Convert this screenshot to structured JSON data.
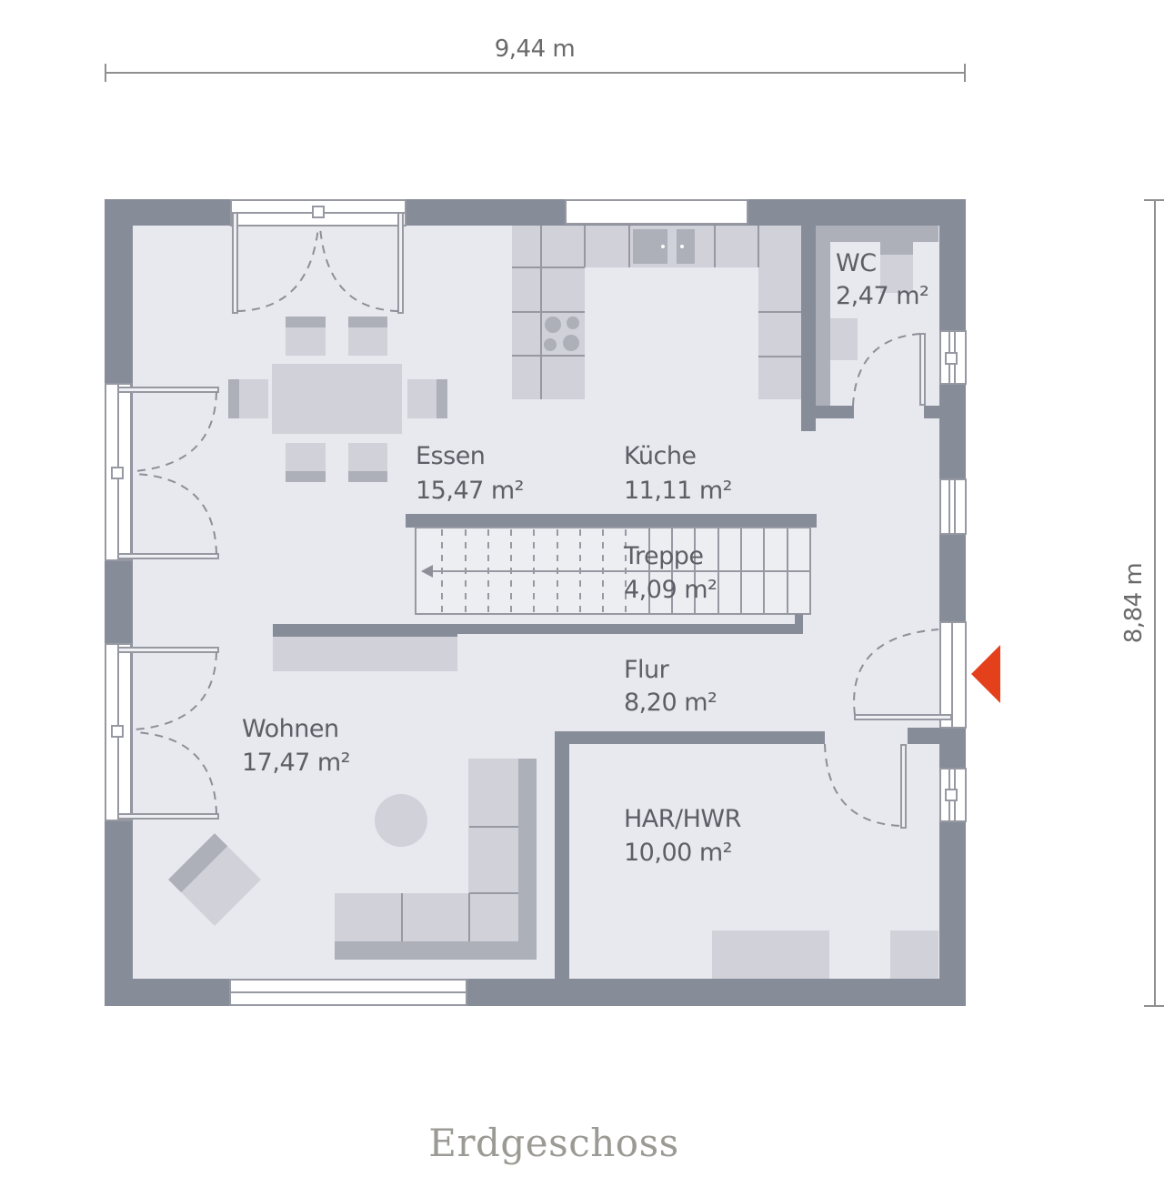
{
  "plan": {
    "title": "Erdgeschoss",
    "dimensions": {
      "width": "9,44 m",
      "height": "8,84 m"
    },
    "entrance_marker_color": "#e5401c",
    "rooms": [
      {
        "name": "WC",
        "area": "2,47 m²"
      },
      {
        "name": "Essen",
        "area": "15,47 m²"
      },
      {
        "name": "Küche",
        "area": "11,11 m²"
      },
      {
        "name": "Treppe",
        "area": "4,09 m²"
      },
      {
        "name": "Flur",
        "area": "8,20 m²"
      },
      {
        "name": "Wohnen",
        "area": "17,47 m²"
      },
      {
        "name": "HAR/HWR",
        "area": "10,00 m²"
      }
    ]
  },
  "colors": {
    "wall": "#878c99",
    "floor": "#e7e9ef",
    "furniture": "#d0d1d9",
    "furniture_dark": "#adafb9",
    "label_text": "#5d5f66",
    "title_text": "#9c9a94"
  }
}
